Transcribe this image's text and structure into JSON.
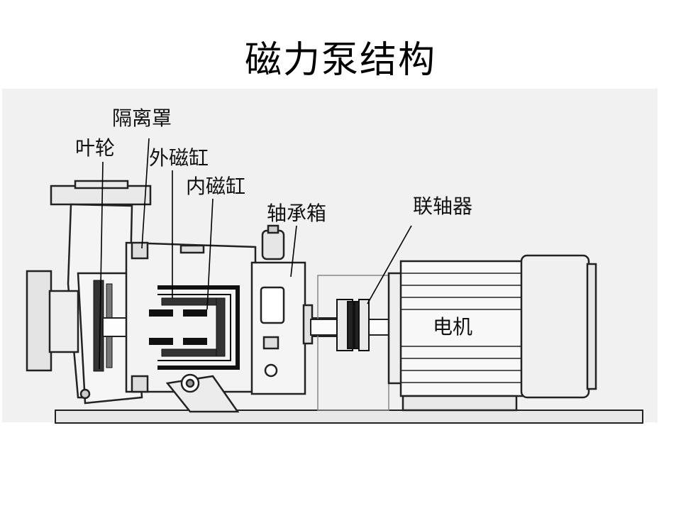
{
  "title": "磁力泵结构",
  "labels": {
    "separation_shield": "隔离罩",
    "impeller": "叶轮",
    "outer_magnet": "外磁缸",
    "inner_magnet": "内磁缸",
    "bearing_box": "轴承箱",
    "coupling": "联轴器",
    "motor": "电机"
  }
}
